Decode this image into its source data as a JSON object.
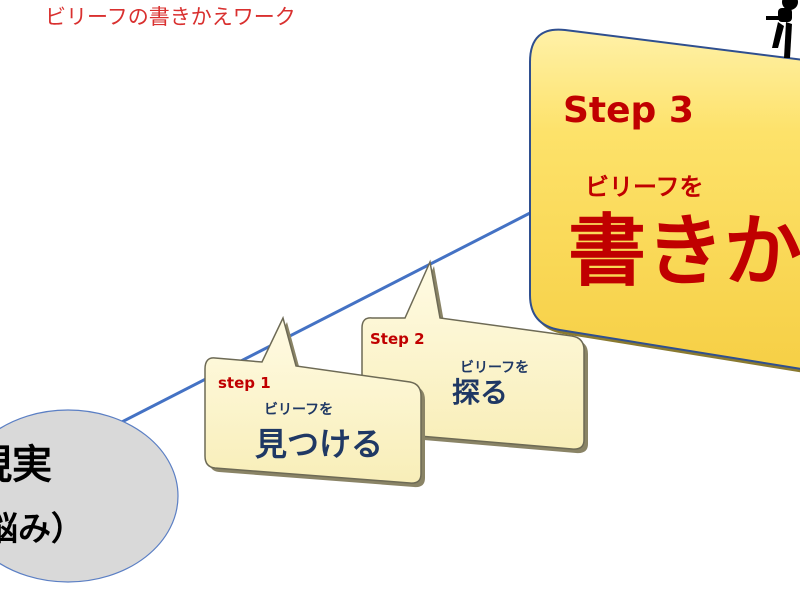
{
  "title": "ビリーフの書きかえワーク",
  "reality": {
    "line1": "現実",
    "line2": "（悩み）"
  },
  "step1": {
    "label": "step 1",
    "sub": "ビリーフを",
    "main": "見つける"
  },
  "step2": {
    "label": "Step 2",
    "sub": "ビリーフを",
    "main": "探る"
  },
  "step3": {
    "label": "Step 3",
    "sub": "ビリーフを",
    "main": "書きかえる"
  },
  "colors": {
    "title": "#d9302f",
    "step_red": "#c00000",
    "navy": "#1f3864",
    "line": "#4472c4",
    "yellow": "#fde26a",
    "cream": "#fdf6cf",
    "ellipse": "#d9d9d9"
  }
}
